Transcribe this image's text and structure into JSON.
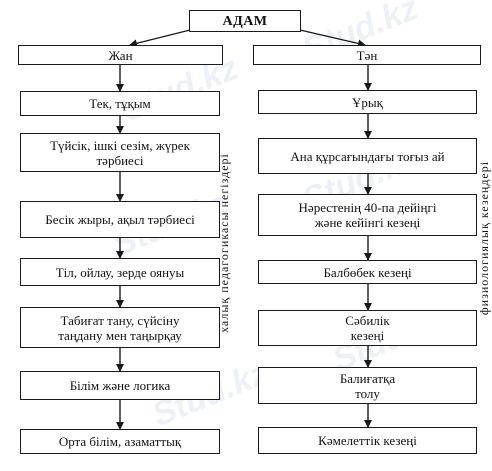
{
  "title": "АДАМ",
  "left": {
    "header": "Жан",
    "items": [
      {
        "lines": [
          "Тек, тұқым"
        ]
      },
      {
        "lines": [
          "Түйсік, ішкі сезім, жүрек",
          "тәрбиесі"
        ]
      },
      {
        "lines": [
          "Бесік жыры, ақыл тәрбиесі"
        ]
      },
      {
        "lines": [
          "Тіл, ойлау, зерде оянуы"
        ]
      },
      {
        "lines": [
          "Табиғат тану, сүйсіну",
          "таңдану мен таңырқау"
        ]
      },
      {
        "lines": [
          "Білім және логика"
        ]
      },
      {
        "lines": [
          "Орта білім, азаматтық"
        ]
      }
    ]
  },
  "right": {
    "header": "Тән",
    "items": [
      {
        "lines": [
          "Ұрық"
        ]
      },
      {
        "lines": [
          "Ана құрсағындағы тоғыз ай"
        ]
      },
      {
        "lines": [
          "Нәрестенің 40-па дейіңгі",
          "және кейінгі кезеңі"
        ]
      },
      {
        "lines": [
          "Балбөбек кезеңі"
        ]
      },
      {
        "lines": [
          "Сәбилік",
          "кезеңі"
        ]
      },
      {
        "lines": [
          "Балиғатқа",
          "толу"
        ]
      },
      {
        "lines": [
          "Кәмелеттік кезеңі"
        ]
      }
    ]
  },
  "vertical_labels": {
    "center": "халық педагогикасы негіздері",
    "right": "физиологиялық кезеңдері"
  },
  "watermark": "Stud.kz",
  "colors": {
    "line": "#1a1a1a",
    "text": "#111111",
    "watermark": "#8c9cd0"
  }
}
